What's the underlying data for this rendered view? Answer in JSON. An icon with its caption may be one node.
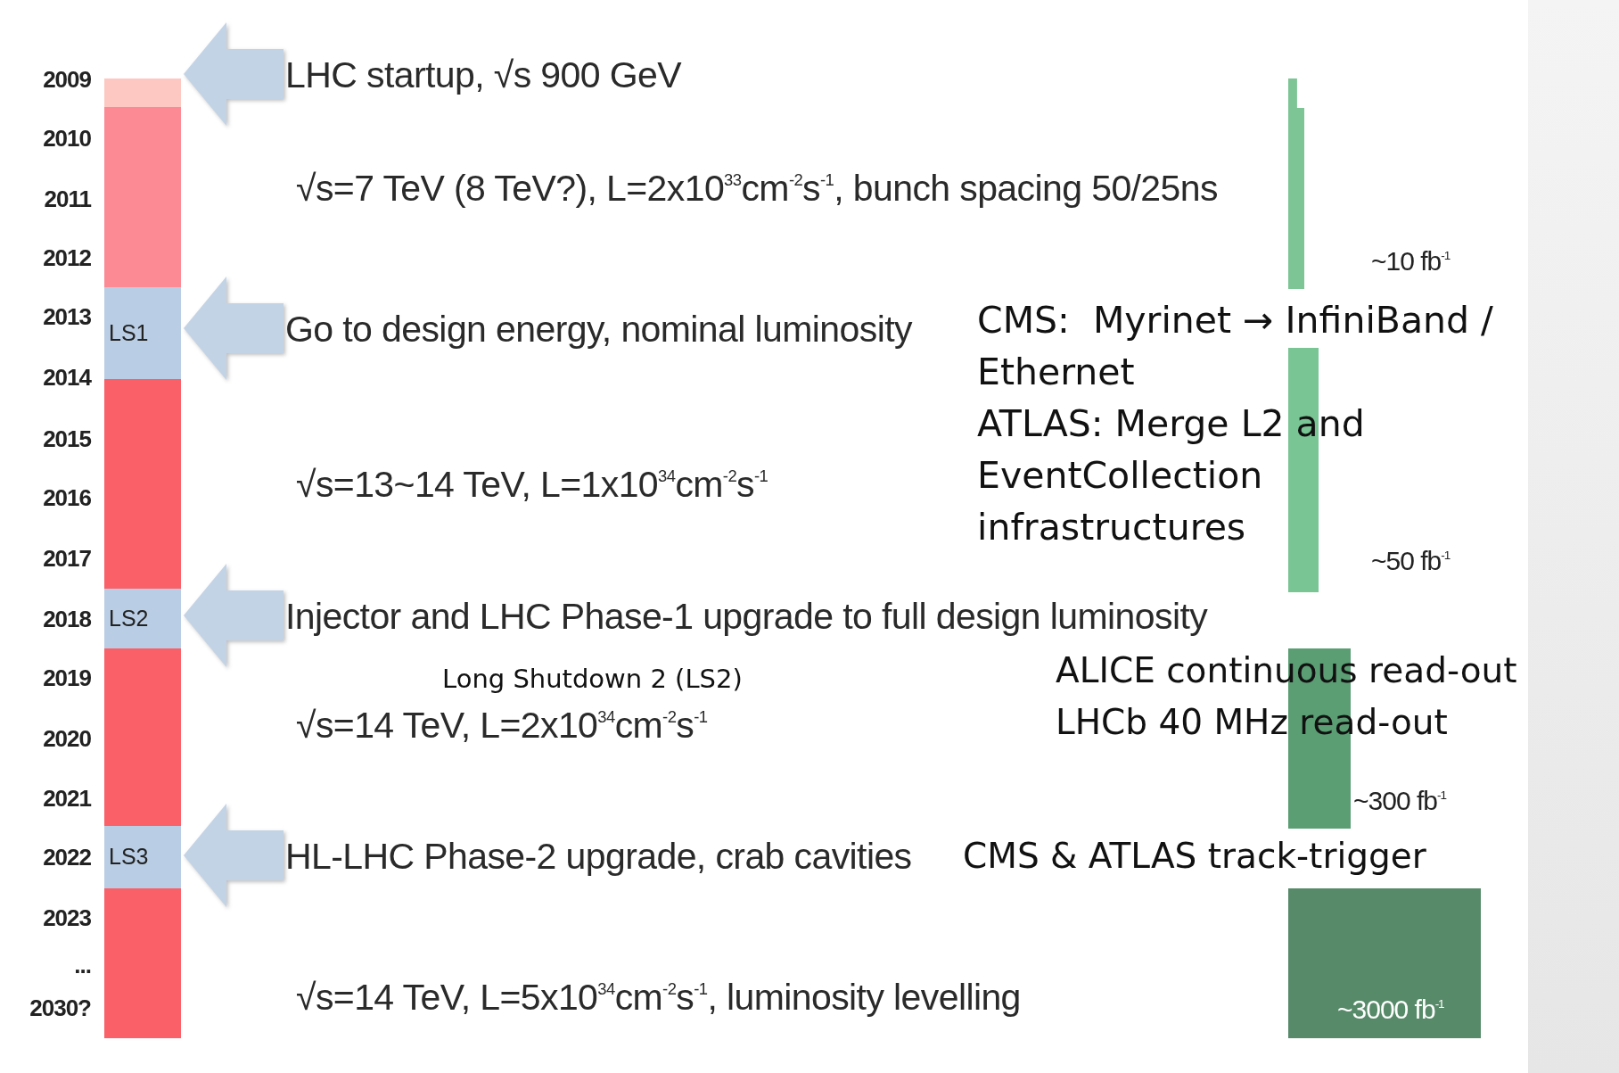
{
  "diagram": {
    "nodes": [
      {
        "text": [],
        "shape": "bar"
      },
      {
        "text": [],
        "shape": "bar"
      },
      {
        "text": [
          "LS1"
        ]
      },
      {
        "text": [],
        "shape": "bar"
      },
      {
        "text": [
          "LS2"
        ]
      },
      {
        "text": [],
        "shape": "bar"
      },
      {
        "text": [
          "LS3"
        ]
      },
      {
        "text": [],
        "shape": "bar"
      },
      {
        "text": [
          "LHC startup, √s 900 GeV"
        ]
      },
      {
        "text": [
          "Go to design energy, nominal luminosity"
        ]
      },
      {
        "text": [
          "Injector and LHC Phase-1 upgrade to full design luminosity"
        ]
      },
      {
        "text": [
          "HL-LHC Phase-2 upgrade, crab cavities"
        ]
      },
      {
        "text": [],
        "shape": "bar",
        "beside": [
          "~10 fb$^{-1}$"
        ]
      },
      {
        "text": [],
        "shape": "bar",
        "beside": [
          "~50 fb$^{-1}$"
        ]
      },
      {
        "text": [],
        "shape": "bar",
        "beside": [
          "~300 fb$^{-1}$"
        ]
      },
      {
        "text": [
          "~3000 fb$^{-1}$"
        ]
      }
    ],
    "edges": [
      {
        "from": 8,
        "to": 0,
        "arrow": "to"
      },
      {
        "from": 9,
        "to": 2,
        "arrow": "to"
      },
      {
        "from": 10,
        "to": 4,
        "arrow": "to"
      },
      {
        "from": 11,
        "to": 6,
        "arrow": "to"
      }
    ],
    "labels": [
      "2009",
      "2010",
      "2011",
      "2012",
      "2013",
      "2014",
      "2015",
      "2016",
      "2017",
      "2018",
      "2019",
      "2020",
      "2021",
      "2022",
      "2023",
      "...",
      "2030?",
      "√s=7 TeV (8 TeV?), L=2x10$^{33}$cm$^{-2}$s$^{-1}$, bunch spacing 50/25ns",
      "CMS:  Myrinet → InfiniBand / Ethernet",
      "ATLAS: Merge L2 and EventCollection infrastructures",
      "√s=13~14 TeV, L=1x10$^{34}$cm$^{-2}$s$^{-1}$",
      "Long Shutdown 2 (LS2)",
      "ALICE continuous read-out",
      "√s=14 TeV, L=2x10$^{34}$cm$^{-2}$s$^{-1}$",
      "LHCb 40 MHz read-out",
      "CMS & ATLAS track-trigger",
      "√s=14 TeV, L=5x10$^{34}$cm$^{-2}$s$^{-1}$, luminosity levelling"
    ]
  }
}
